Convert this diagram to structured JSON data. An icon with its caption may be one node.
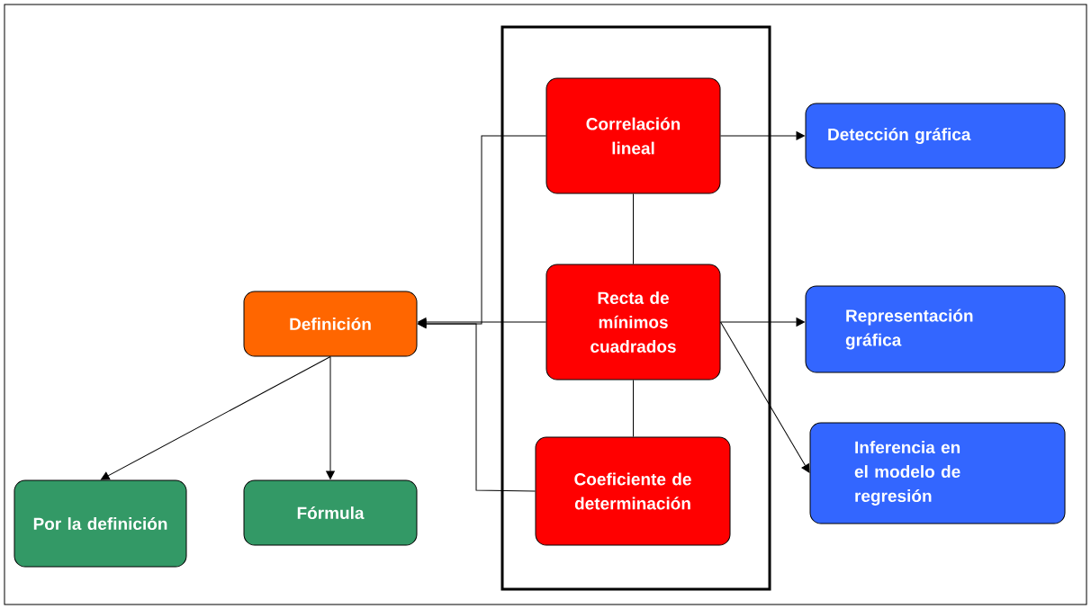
{
  "diagram": {
    "nodes": [
      {
        "text": [],
        "shape": "box"
      },
      {
        "text": [
          "Correlación lineal"
        ],
        "in": 0
      },
      {
        "text": [
          "Recta de mínimos cuadrados"
        ],
        "in": 0
      },
      {
        "text": [
          "Coeficiente de determinación"
        ],
        "in": 0
      },
      {
        "text": [
          "Definición"
        ]
      },
      {
        "text": [
          "Por la definición"
        ]
      },
      {
        "text": [
          "Fórmula"
        ]
      },
      {
        "text": [
          "Detección gráfica"
        ]
      },
      {
        "text": [
          "Representación gráfica"
        ]
      },
      {
        "text": [
          "Inferencia en el modelo de regresión"
        ]
      }
    ],
    "edges": [
      {
        "from": 1,
        "to": 4,
        "arrow": "to"
      },
      {
        "from": 2,
        "to": 4,
        "arrow": "to"
      },
      {
        "from": 3,
        "to": 4,
        "arrow": "to"
      },
      {
        "from": 1,
        "to": 2,
        "arrow": "none"
      },
      {
        "from": 2,
        "to": 3,
        "arrow": "none"
      },
      {
        "from": 4,
        "to": 5,
        "arrow": "to"
      },
      {
        "from": 4,
        "to": 6,
        "arrow": "to"
      },
      {
        "from": 1,
        "to": 7,
        "arrow": "to"
      },
      {
        "from": 2,
        "to": 8,
        "arrow": "to"
      },
      {
        "from": 2,
        "to": 9,
        "arrow": "to"
      }
    ]
  }
}
